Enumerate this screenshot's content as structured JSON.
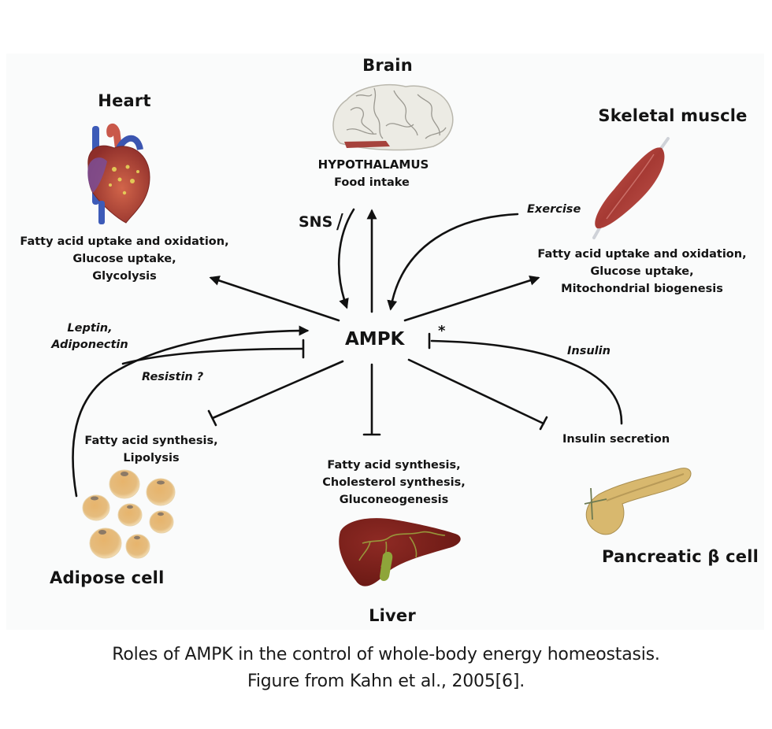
{
  "figure": {
    "center_node": "AMPK",
    "organs": {
      "brain": {
        "title": "Brain",
        "region": "HYPOTHALAMUS",
        "effect": "Food intake",
        "input_label": "SNS"
      },
      "heart": {
        "title": "Heart",
        "effects": [
          "Fatty acid uptake and oxidation,",
          "Glucose uptake,",
          "Glycolysis"
        ]
      },
      "skeletal_muscle": {
        "title": "Skeletal muscle",
        "input_label": "Exercise",
        "effects": [
          "Fatty acid uptake and oxidation,",
          "Glucose uptake,",
          "Mitochondrial biogenesis"
        ]
      },
      "adipose": {
        "title": "Adipose cell",
        "activators": [
          "Leptin,",
          "Adiponectin"
        ],
        "inhibitor": "Resistin ?",
        "effects": [
          "Fatty acid synthesis,",
          "Lipolysis"
        ]
      },
      "liver": {
        "title": "Liver",
        "effects": [
          "Fatty acid synthesis,",
          "Cholesterol synthesis,",
          "Gluconeogenesis"
        ]
      },
      "pancreas": {
        "title": "Pancreatic β cell",
        "effect": "Insulin secretion",
        "feedback_label": "Insulin",
        "feedback_mark": "*"
      }
    },
    "colors": {
      "line": "#111111",
      "muscle": "#b5443c",
      "liver": "#7a1e1a",
      "adipose": "#e2b574",
      "pancreas": "#d6b46a",
      "brain": "#ecebe4",
      "hypothalamus": "#a6423c"
    }
  },
  "caption": {
    "line1": "Roles of AMPK in the control of whole-body energy homeostasis.",
    "line2": "Figure from Kahn et al., 2005[6]."
  }
}
